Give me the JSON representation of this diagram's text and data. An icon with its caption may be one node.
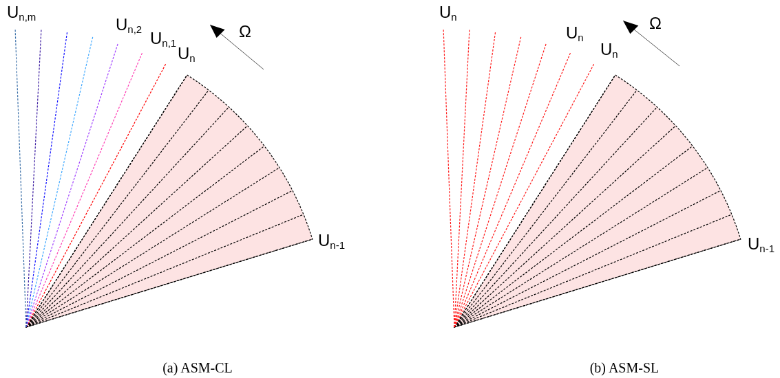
{
  "diagram": {
    "labels": [
      "U$_{n,m}$",
      "U$_{n,2}$",
      "U$_{n,1}$",
      "U$_{n}$",
      "Ω",
      "U$_{n-1}$",
      "(a) ASM-CL",
      "U$_{n}$",
      "U$_{n}$",
      "U$_{n}$",
      "Ω",
      "U$_{n-1}$",
      "(b) ASM-SL"
    ]
  }
}
